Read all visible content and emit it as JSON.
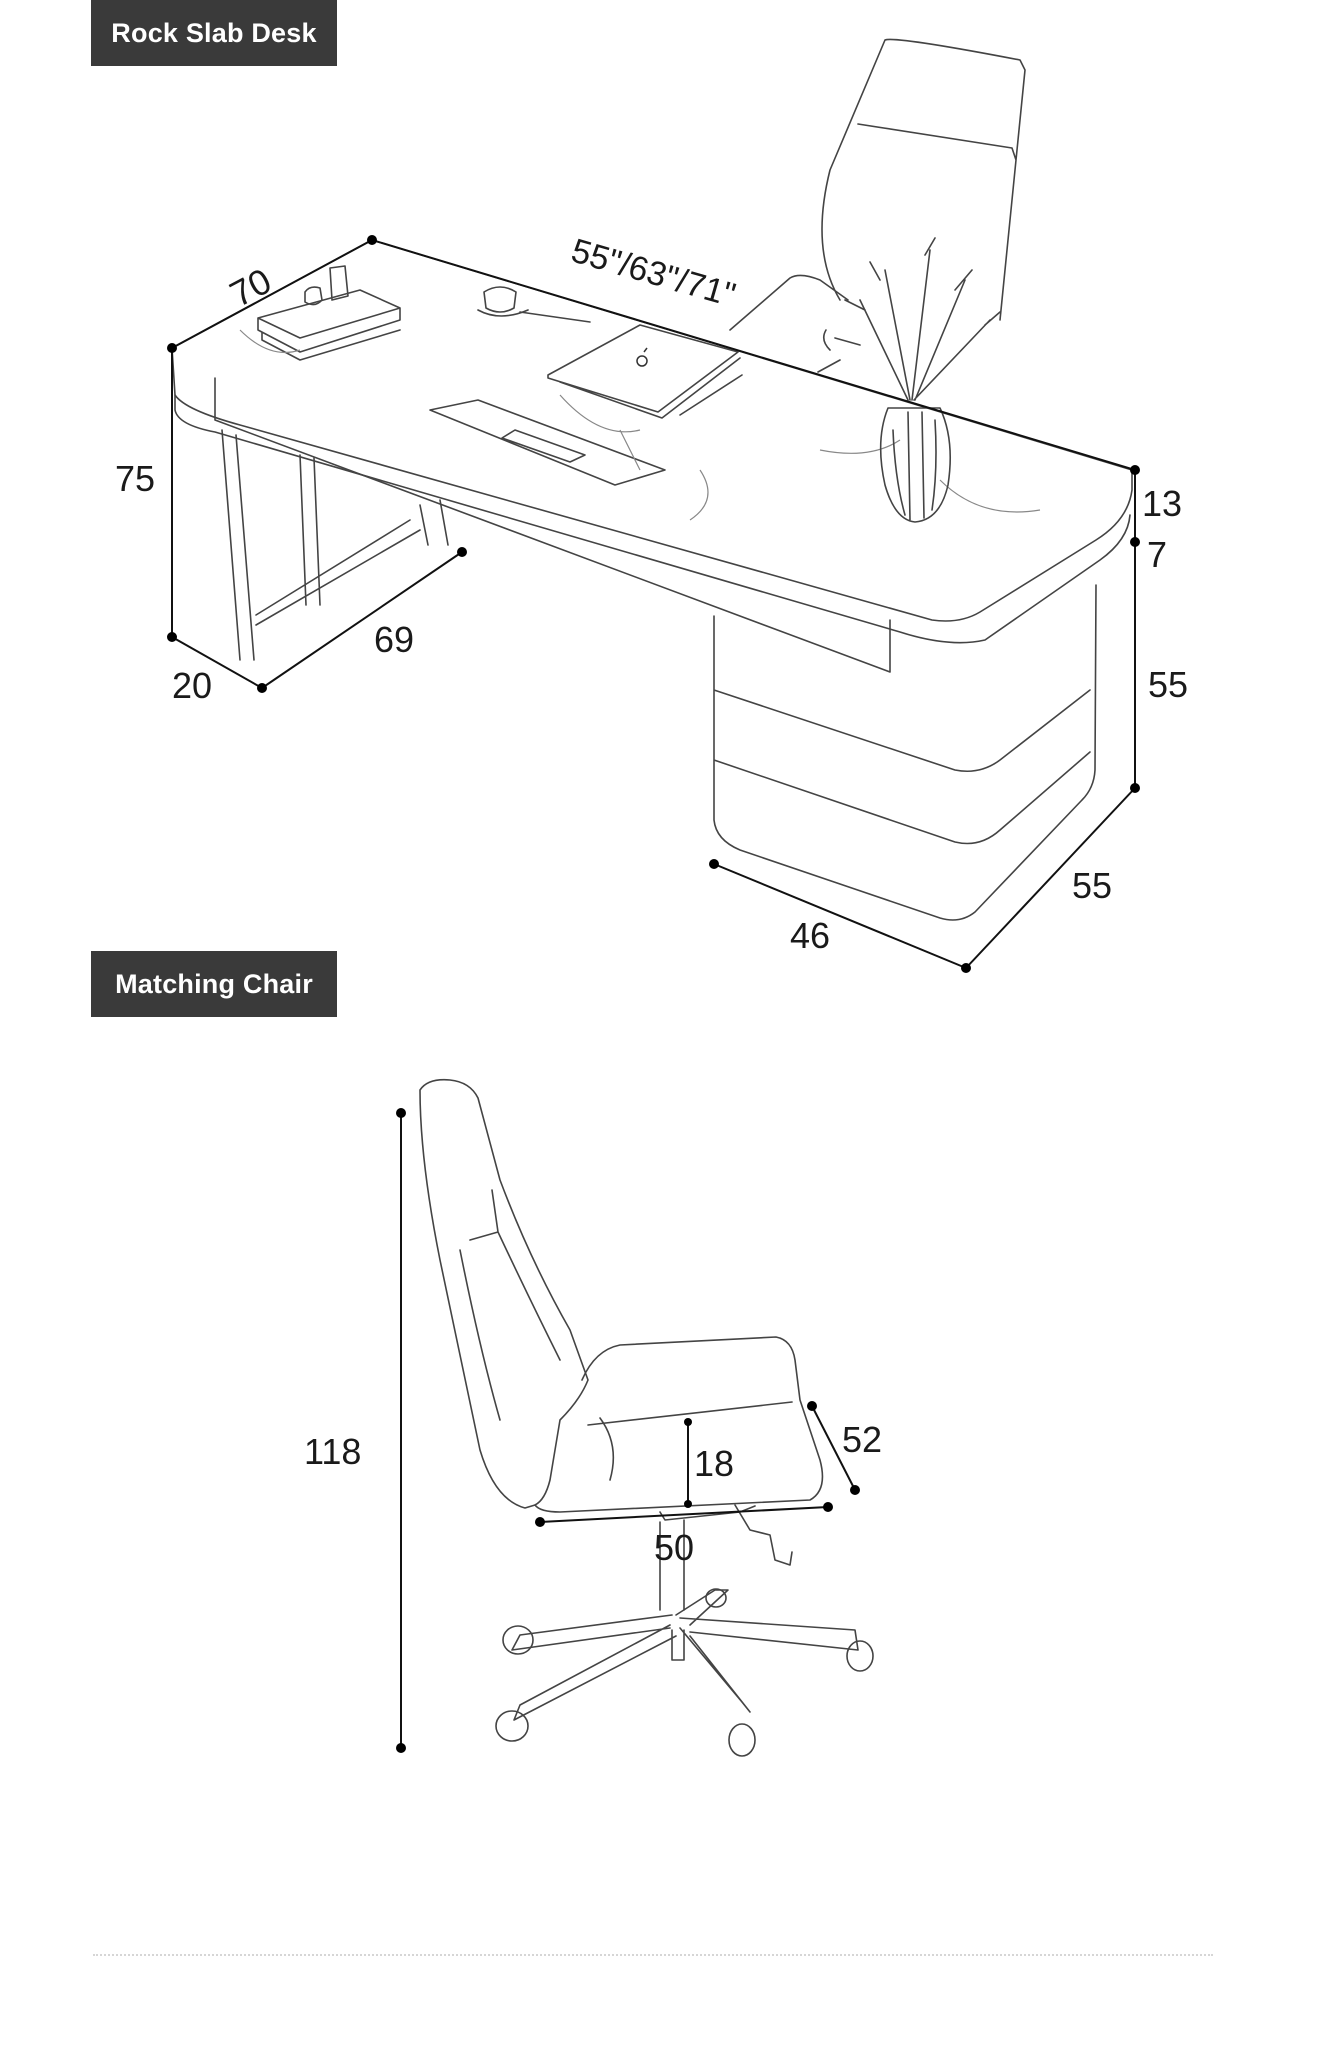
{
  "sections": {
    "desk_label": "Rock Slab Desk",
    "chair_label": "Matching Chair"
  },
  "desk_dimensions": {
    "depth_top": "70",
    "length": "55\"/63\"/71\"",
    "height": "75",
    "top_thickness": "13",
    "drawer_gap": "7",
    "cabinet_height": "55",
    "leg_width": "20",
    "leg_depth": "69",
    "cabinet_width": "46",
    "cabinet_depth": "55"
  },
  "chair_dimensions": {
    "height": "118",
    "seat_height": "18",
    "seat_depth": "52",
    "seat_width": "50"
  },
  "icons": [
    "laptop-logo-icon"
  ]
}
